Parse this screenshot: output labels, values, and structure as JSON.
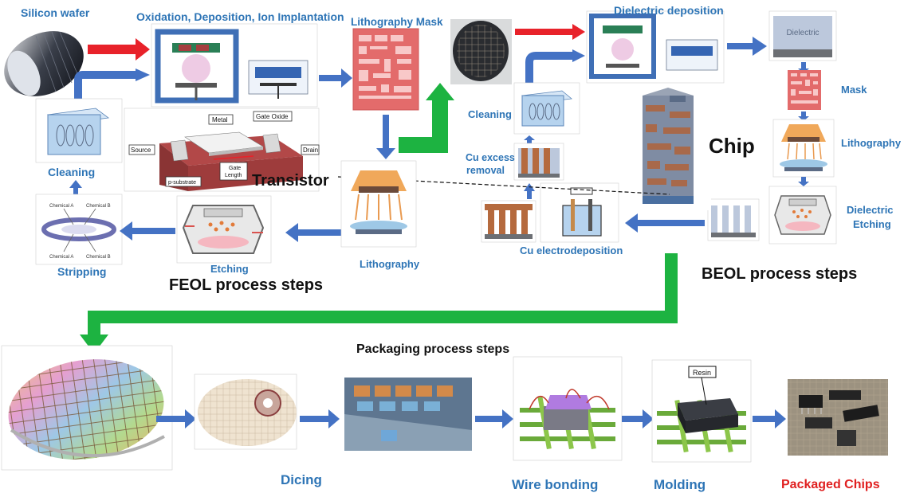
{
  "labels": {
    "silicon_wafer": "Silicon wafer",
    "oxidation": "Oxidation, Deposition, Ion Implantation",
    "litho_mask": "Lithography Mask",
    "dielectric_dep": "Dielectric deposition",
    "dielectric_box": "Dielectric",
    "mask": "Mask",
    "lithography_right": "Lithography",
    "dielectric_etching_1": "Dielectric",
    "dielectric_etching_2": "Etching",
    "chip": "Chip",
    "cleaning_mid": "Cleaning",
    "cu_excess_1": "Cu excess",
    "cu_excess_2": "removal",
    "cu_electro": "Cu electrodeposition",
    "beol": "BEOL process steps",
    "cleaning_left": "Cleaning",
    "stripping": "Stripping",
    "etching": "Etching",
    "feol": "FEOL process steps",
    "lithography_mid": "Lithography",
    "transistor": "Transistor",
    "metal": "Metal",
    "gate_oxide": "Gate Oxide",
    "source": "Source",
    "drain": "Drain",
    "gate_length_1": "Gate",
    "gate_length_2": "Length",
    "p_substrate": "p-substrate",
    "chem_a1": "Chemical A",
    "chem_b1": "Chemical B",
    "chem_a2": "Chemical A",
    "chem_b2": "Chemical B",
    "packaging": "Packaging process steps",
    "dicing": "Dicing",
    "wire_bonding": "Wire bonding",
    "molding": "Molding",
    "resin": "Resin",
    "packaged": "Packaged Chips"
  },
  "colors": {
    "label_blue": "#2e75b6",
    "arrow_blue": "#4472c4",
    "arrow_red": "#e8222a",
    "arrow_green": "#1db341",
    "label_red": "#e02020",
    "text_black": "#111111"
  }
}
